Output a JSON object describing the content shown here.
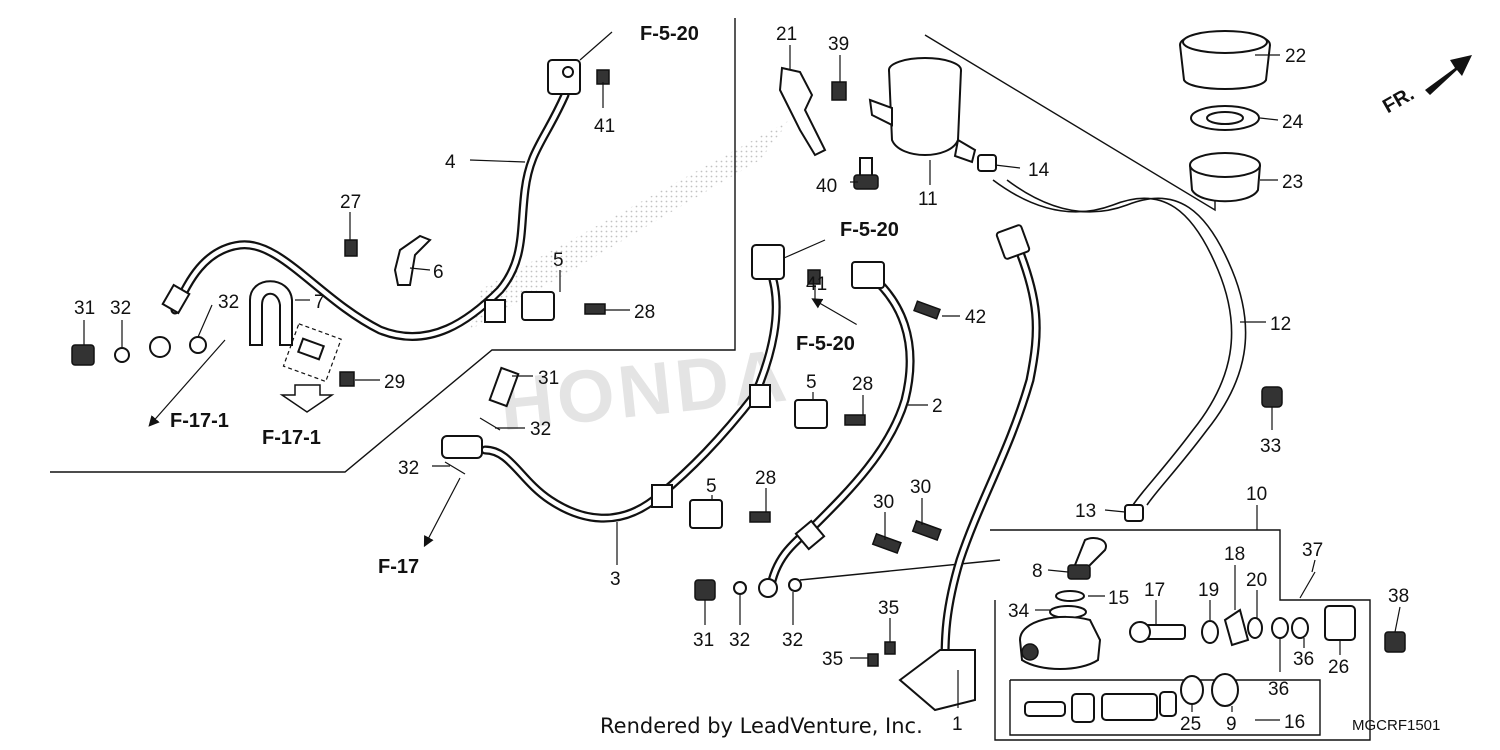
{
  "diagram": {
    "watermark": "HONDA",
    "credit": "Rendered by LeadVenture, Inc.",
    "diagram_code": "MGCRF1501",
    "front_indicator": "FR.",
    "refs": {
      "f520_top": "F-5-20",
      "f520_mid": "F-5-20",
      "f520_low": "F-5-20",
      "f171_left": "F-17-1",
      "f171_arrow": "F-17-1",
      "f17": "F-17"
    },
    "callouts": {
      "c1": "1",
      "c2": "2",
      "c3": "3",
      "c4": "4",
      "c5a": "5",
      "c5b": "5",
      "c5c": "5",
      "c6": "6",
      "c7": "7",
      "c8": "8",
      "c9": "9",
      "c10": "10",
      "c11": "11",
      "c12": "12",
      "c13": "13",
      "c14": "14",
      "c15": "15",
      "c16": "16",
      "c17": "17",
      "c18": "18",
      "c19": "19",
      "c20": "20",
      "c21": "21",
      "c22": "22",
      "c23": "23",
      "c24": "24",
      "c25": "25",
      "c26": "26",
      "c27": "27",
      "c28a": "28",
      "c28b": "28",
      "c28c": "28",
      "c29": "29",
      "c30a": "30",
      "c30b": "30",
      "c31a": "31",
      "c31b": "31",
      "c31c": "31",
      "c32a": "32",
      "c32b": "32",
      "c32c": "32",
      "c32d": "32",
      "c32e": "32",
      "c32f": "32",
      "c33": "33",
      "c34": "34",
      "c35a": "35",
      "c35b": "35",
      "c36a": "36",
      "c36b": "36",
      "c37": "37",
      "c38": "38",
      "c39": "39",
      "c40": "40",
      "c41a": "41",
      "c41b": "41",
      "c42": "42"
    }
  }
}
